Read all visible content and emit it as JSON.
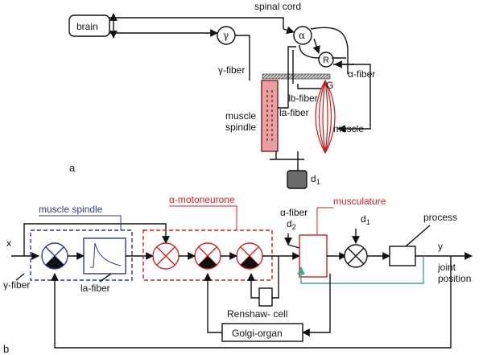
{
  "panel_a": {
    "panel_label": "a",
    "brain": "brain",
    "spinal_cord": "spinal cord",
    "gamma": "γ",
    "alpha": "α",
    "renshaw_r": "R",
    "gamma_fiber": "γ-fiber",
    "alpha_fiber": "α-fiber",
    "golgi_g": "G",
    "lb_fiber": "lb-fiber",
    "la_fiber": "la-fiber",
    "muscle_spindle_1": "muscle",
    "muscle_spindle_2": "spindle",
    "muscle": "muscle",
    "load_d": "d",
    "load_sub": "1"
  },
  "panel_b": {
    "panel_label": "b",
    "muscle_spindle": "muscle spindle",
    "alpha_motoneurone": "α-motoneurone",
    "alpha_fiber": "α-fiber",
    "musculature": "musculature",
    "process": "process",
    "x": "x",
    "y": "y",
    "d2": "d",
    "d2_sub": "2",
    "d1": "d",
    "d1_sub": "1",
    "gamma_fiber": "γ-fiber",
    "la_fiber": "la-fiber",
    "renshaw_cell": "Renshaw- cell",
    "golgi_organ": "Golgi-organ",
    "joint_1": "joint",
    "joint_2": "position"
  },
  "colors": {
    "red": "#d42020",
    "blue": "#2b3a8f",
    "teal": "#3fa88a",
    "spindle_fill": "#e8a0a0",
    "load_fill": "#6b6b6b"
  }
}
